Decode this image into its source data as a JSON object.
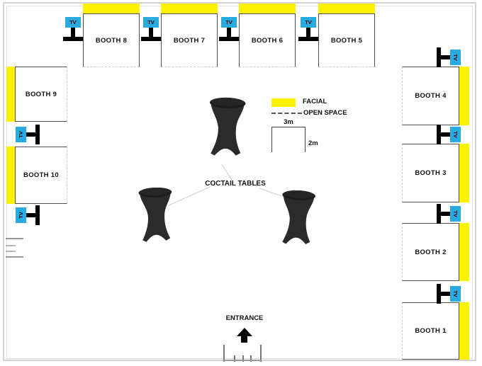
{
  "booths": [
    {
      "label": "BOOTH 1",
      "side": "right"
    },
    {
      "label": "BOOTH 2",
      "side": "right"
    },
    {
      "label": "BOOTH 3",
      "side": "right"
    },
    {
      "label": "BOOTH 4",
      "side": "right"
    },
    {
      "label": "BOOTH 5",
      "side": "top"
    },
    {
      "label": "BOOTH 6",
      "side": "top"
    },
    {
      "label": "BOOTH 7",
      "side": "top"
    },
    {
      "label": "BOOTH 8",
      "side": "top"
    },
    {
      "label": "BOOTH 9",
      "side": "left"
    },
    {
      "label": "BOOTH 10",
      "side": "left"
    }
  ],
  "tv_label": "TV",
  "legend": {
    "facial": "FACIAL",
    "open_space": "OPEN SPACE"
  },
  "scale": {
    "width": "3m",
    "height": "2m"
  },
  "cocktail_tables": {
    "label": "COCTAIL TABLES",
    "count": 3
  },
  "entrance": {
    "label": "ENTRANCE"
  },
  "colors": {
    "facial_yellow": "#FFF200",
    "tv_blue": "#29ABE2",
    "table_black": "#2b2b2b"
  }
}
